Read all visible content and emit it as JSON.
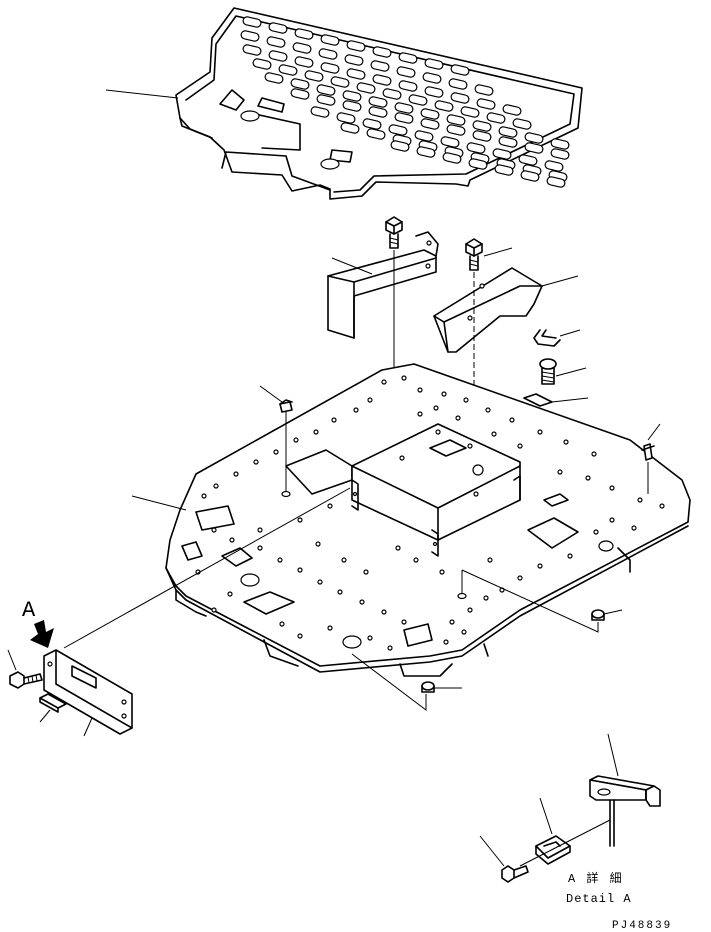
{
  "view_arrow_label": "A",
  "detail_title_jp": "A 詳 細",
  "detail_title_en": "Detail A",
  "drawing_number": "PJ48839"
}
